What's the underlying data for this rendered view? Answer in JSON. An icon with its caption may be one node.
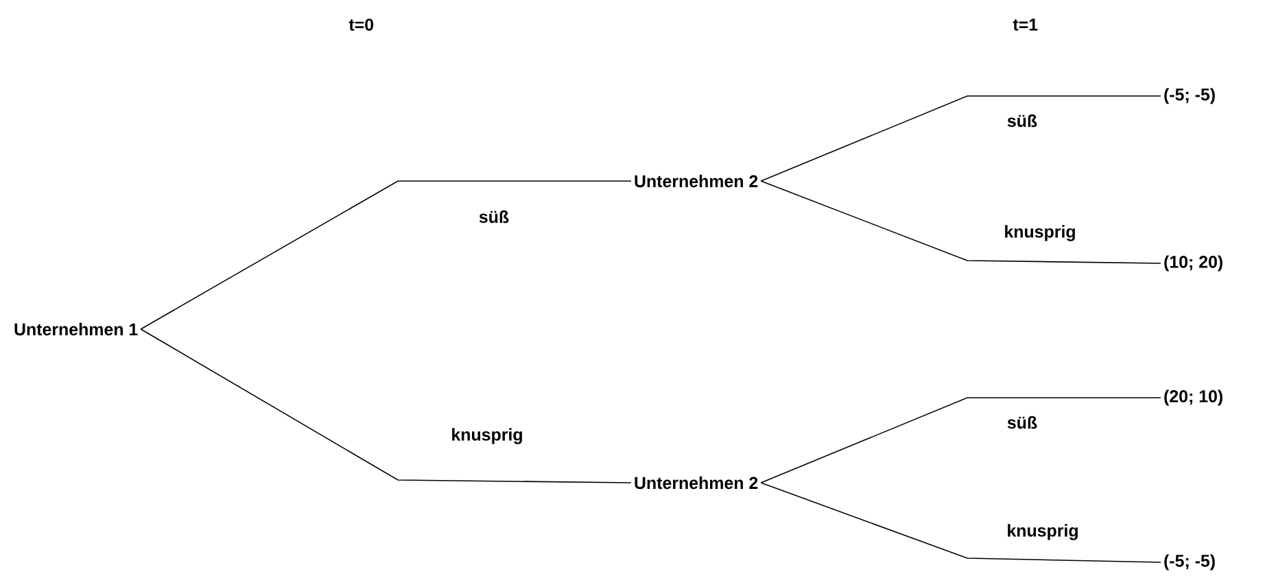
{
  "diagram": {
    "nodes": [
      {
        "text": [
          "Unternehmen 1"
        ]
      },
      {
        "text": [
          "Unternehmen 2"
        ]
      },
      {
        "text": [
          "Unternehmen 2"
        ]
      },
      {
        "text": [
          "(-5; -5)"
        ]
      },
      {
        "text": [
          "(10; 20)"
        ]
      },
      {
        "text": [
          "(20; 10)"
        ]
      },
      {
        "text": [
          "(-5; -5)"
        ]
      }
    ],
    "edges": [
      {
        "from": 0,
        "to": 1,
        "arrow": "none",
        "label": "süß"
      },
      {
        "from": 0,
        "to": 2,
        "arrow": "none",
        "label": "knusprig"
      },
      {
        "from": 1,
        "to": 3,
        "arrow": "none",
        "label": "süß"
      },
      {
        "from": 1,
        "to": 4,
        "arrow": "none",
        "label": "knusprig"
      },
      {
        "from": 2,
        "to": 5,
        "arrow": "none",
        "label": "süß"
      },
      {
        "from": 2,
        "to": 6,
        "arrow": "none",
        "label": "knusprig"
      }
    ],
    "labels": [
      "t=0",
      "t=1"
    ]
  }
}
